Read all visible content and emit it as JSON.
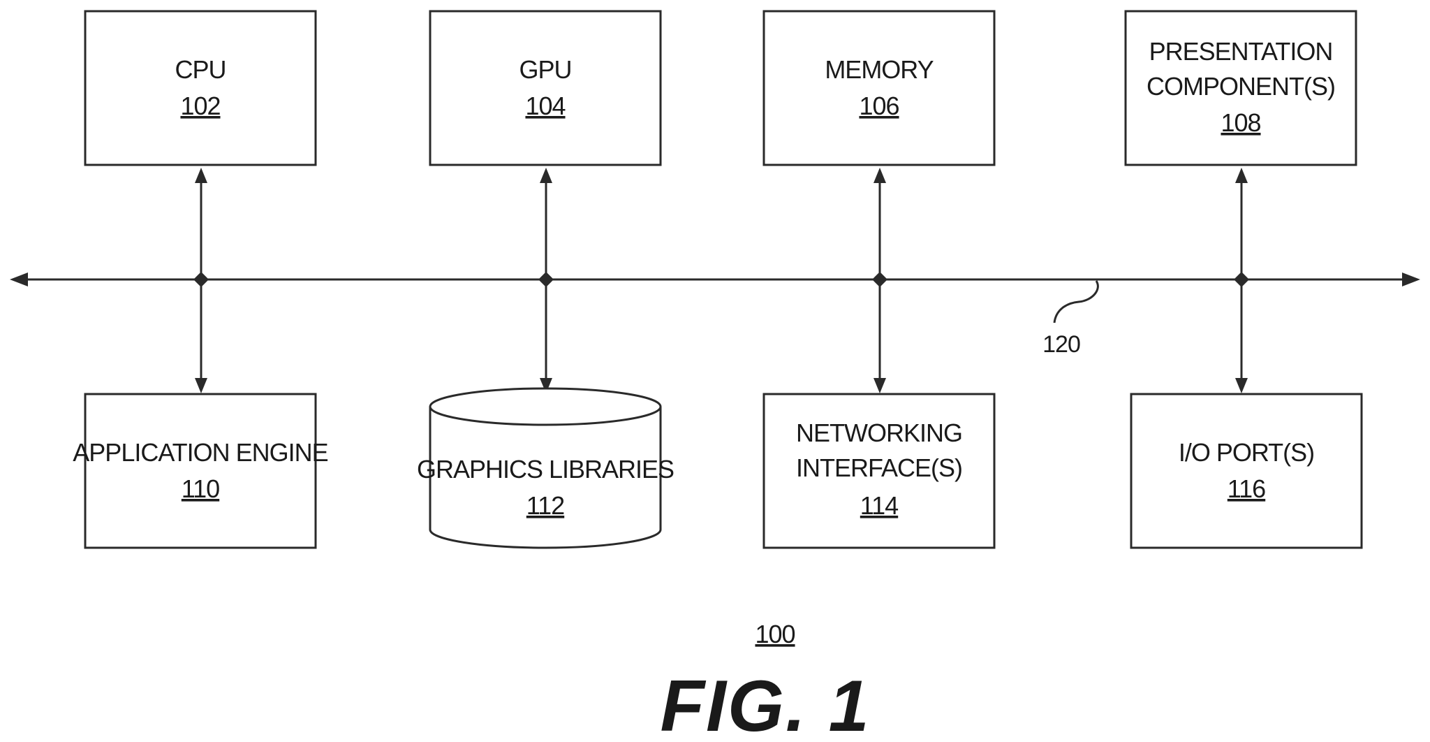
{
  "components": {
    "cpu": {
      "label": "CPU",
      "ref": "102"
    },
    "gpu": {
      "label": "GPU",
      "ref": "104"
    },
    "memory": {
      "label": "MEMORY",
      "ref": "106"
    },
    "presentation": {
      "label_line1": "PRESENTATION",
      "label_line2": "COMPONENT(S)",
      "ref": "108"
    },
    "application_engine": {
      "label": "APPLICATION ENGINE",
      "ref": "110"
    },
    "graphics_libraries": {
      "label": "GRAPHICS LIBRARIES",
      "ref": "112"
    },
    "networking": {
      "label_line1": "NETWORKING",
      "label_line2": "INTERFACE(S)",
      "ref": "114"
    },
    "io_ports": {
      "label": "I/O PORT(S)",
      "ref": "116"
    }
  },
  "bus": {
    "ref": "120"
  },
  "figure": {
    "ref": "100",
    "title": "FIG. 1"
  }
}
